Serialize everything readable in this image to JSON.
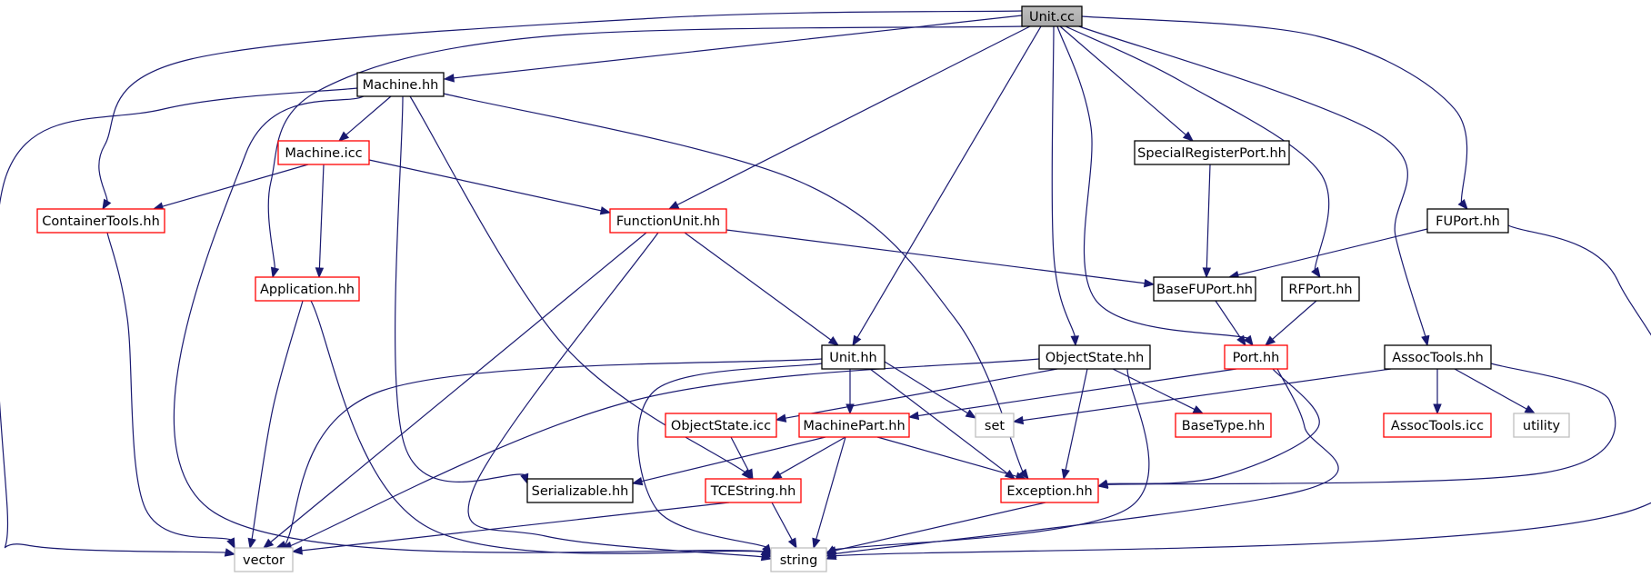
{
  "graph": {
    "colors": {
      "edge": "#191970",
      "root_fill": "#bfbfbf",
      "default_border": "#000000",
      "incomplete_border": "#ff0000",
      "system_border": "#bfbfbf",
      "text": "#000000"
    },
    "nodes": [
      {
        "id": "unit_cc",
        "label": "Unit.cc",
        "kind": "root"
      },
      {
        "id": "machine_hh",
        "label": "Machine.hh",
        "kind": "default"
      },
      {
        "id": "machine_icc",
        "label": "Machine.icc",
        "kind": "incomplete"
      },
      {
        "id": "containertools_hh",
        "label": "ContainerTools.hh",
        "kind": "incomplete"
      },
      {
        "id": "functionunit_hh",
        "label": "FunctionUnit.hh",
        "kind": "incomplete"
      },
      {
        "id": "application_hh",
        "label": "Application.hh",
        "kind": "incomplete"
      },
      {
        "id": "specialregisterport_hh",
        "label": "SpecialRegisterPort.hh",
        "kind": "default"
      },
      {
        "id": "fuport_hh",
        "label": "FUPort.hh",
        "kind": "default"
      },
      {
        "id": "basefuport_hh",
        "label": "BaseFUPort.hh",
        "kind": "default"
      },
      {
        "id": "rfport_hh",
        "label": "RFPort.hh",
        "kind": "default"
      },
      {
        "id": "unit_hh",
        "label": "Unit.hh",
        "kind": "default"
      },
      {
        "id": "objectstate_hh",
        "label": "ObjectState.hh",
        "kind": "default"
      },
      {
        "id": "port_hh",
        "label": "Port.hh",
        "kind": "incomplete"
      },
      {
        "id": "assoctools_hh",
        "label": "AssocTools.hh",
        "kind": "default"
      },
      {
        "id": "objectstate_icc",
        "label": "ObjectState.icc",
        "kind": "incomplete"
      },
      {
        "id": "machinepart_hh",
        "label": "MachinePart.hh",
        "kind": "incomplete"
      },
      {
        "id": "set",
        "label": "set",
        "kind": "system"
      },
      {
        "id": "basetype_hh",
        "label": "BaseType.hh",
        "kind": "incomplete"
      },
      {
        "id": "assoctools_icc",
        "label": "AssocTools.icc",
        "kind": "incomplete"
      },
      {
        "id": "utility",
        "label": "utility",
        "kind": "system"
      },
      {
        "id": "serializable_hh",
        "label": "Serializable.hh",
        "kind": "default"
      },
      {
        "id": "tcestring_hh",
        "label": "TCEString.hh",
        "kind": "incomplete"
      },
      {
        "id": "exception_hh",
        "label": "Exception.hh",
        "kind": "incomplete"
      },
      {
        "id": "vector",
        "label": "vector",
        "kind": "system"
      },
      {
        "id": "string",
        "label": "string",
        "kind": "system"
      }
    ],
    "edges": [
      {
        "from": "unit_cc",
        "to": "machine_hh"
      },
      {
        "from": "unit_cc",
        "to": "containertools_hh"
      },
      {
        "from": "unit_cc",
        "to": "application_hh"
      },
      {
        "from": "unit_cc",
        "to": "functionunit_hh"
      },
      {
        "from": "unit_cc",
        "to": "unit_hh"
      },
      {
        "from": "unit_cc",
        "to": "objectstate_hh"
      },
      {
        "from": "unit_cc",
        "to": "port_hh"
      },
      {
        "from": "unit_cc",
        "to": "specialregisterport_hh"
      },
      {
        "from": "unit_cc",
        "to": "rfport_hh"
      },
      {
        "from": "unit_cc",
        "to": "assoctools_hh"
      },
      {
        "from": "unit_cc",
        "to": "fuport_hh"
      },
      {
        "from": "machine_hh",
        "to": "vector"
      },
      {
        "from": "machine_hh",
        "to": "string"
      },
      {
        "from": "machine_hh",
        "to": "machine_icc"
      },
      {
        "from": "machine_hh",
        "to": "serializable_hh"
      },
      {
        "from": "machine_hh",
        "to": "tcestring_hh"
      },
      {
        "from": "machine_hh",
        "to": "exception_hh"
      },
      {
        "from": "machine_icc",
        "to": "containertools_hh"
      },
      {
        "from": "machine_icc",
        "to": "application_hh"
      },
      {
        "from": "machine_icc",
        "to": "functionunit_hh"
      },
      {
        "from": "containertools_hh",
        "to": "vector"
      },
      {
        "from": "application_hh",
        "to": "vector"
      },
      {
        "from": "application_hh",
        "to": "string"
      },
      {
        "from": "functionunit_hh",
        "to": "vector"
      },
      {
        "from": "functionunit_hh",
        "to": "string"
      },
      {
        "from": "functionunit_hh",
        "to": "unit_hh"
      },
      {
        "from": "functionunit_hh",
        "to": "basefuport_hh"
      },
      {
        "from": "specialregisterport_hh",
        "to": "basefuport_hh"
      },
      {
        "from": "fuport_hh",
        "to": "basefuport_hh"
      },
      {
        "from": "fuport_hh",
        "to": "string"
      },
      {
        "from": "basefuport_hh",
        "to": "port_hh"
      },
      {
        "from": "rfport_hh",
        "to": "port_hh"
      },
      {
        "from": "unit_hh",
        "to": "vector"
      },
      {
        "from": "unit_hh",
        "to": "string"
      },
      {
        "from": "unit_hh",
        "to": "set"
      },
      {
        "from": "unit_hh",
        "to": "machinepart_hh"
      },
      {
        "from": "unit_hh",
        "to": "exception_hh"
      },
      {
        "from": "objectstate_hh",
        "to": "vector"
      },
      {
        "from": "objectstate_hh",
        "to": "string"
      },
      {
        "from": "objectstate_hh",
        "to": "objectstate_icc"
      },
      {
        "from": "objectstate_hh",
        "to": "basetype_hh"
      },
      {
        "from": "objectstate_hh",
        "to": "exception_hh"
      },
      {
        "from": "port_hh",
        "to": "machinepart_hh"
      },
      {
        "from": "port_hh",
        "to": "exception_hh"
      },
      {
        "from": "port_hh",
        "to": "string"
      },
      {
        "from": "assoctools_hh",
        "to": "set"
      },
      {
        "from": "assoctools_hh",
        "to": "assoctools_icc"
      },
      {
        "from": "assoctools_hh",
        "to": "utility"
      },
      {
        "from": "assoctools_hh",
        "to": "exception_hh"
      },
      {
        "from": "objectstate_icc",
        "to": "tcestring_hh"
      },
      {
        "from": "machinepart_hh",
        "to": "serializable_hh"
      },
      {
        "from": "machinepart_hh",
        "to": "tcestring_hh"
      },
      {
        "from": "machinepart_hh",
        "to": "exception_hh"
      },
      {
        "from": "machinepart_hh",
        "to": "string"
      },
      {
        "from": "tcestring_hh",
        "to": "vector"
      },
      {
        "from": "tcestring_hh",
        "to": "string"
      },
      {
        "from": "exception_hh",
        "to": "string"
      }
    ]
  }
}
